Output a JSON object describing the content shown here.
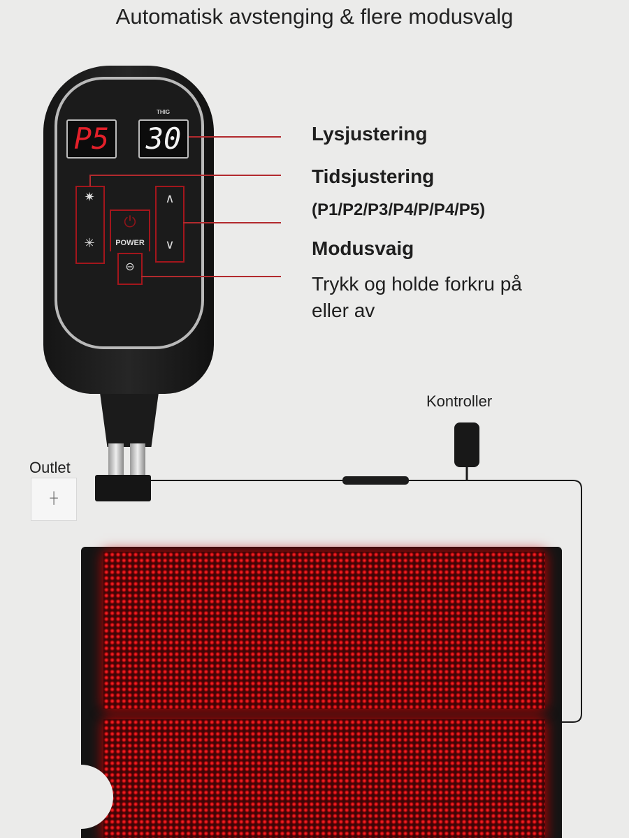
{
  "title": "Automatisk avstenging & flere modusvalg",
  "remote": {
    "display_left": "P5",
    "display_right_label": "THIG",
    "display_right": "30",
    "power_label": "POWER"
  },
  "labels": {
    "light": "Lysjustering",
    "time": "Tidsjustering",
    "modes": "(P1/P2/P3/P4/P/P4/P5)",
    "mode_select": "Modusvaig",
    "hold": "Trykk og holde forkru på eller av"
  },
  "outlet_label": "Outlet",
  "controller_label": "Kontroller",
  "colors": {
    "accent": "#b22a2e",
    "led": "#e0141a"
  }
}
